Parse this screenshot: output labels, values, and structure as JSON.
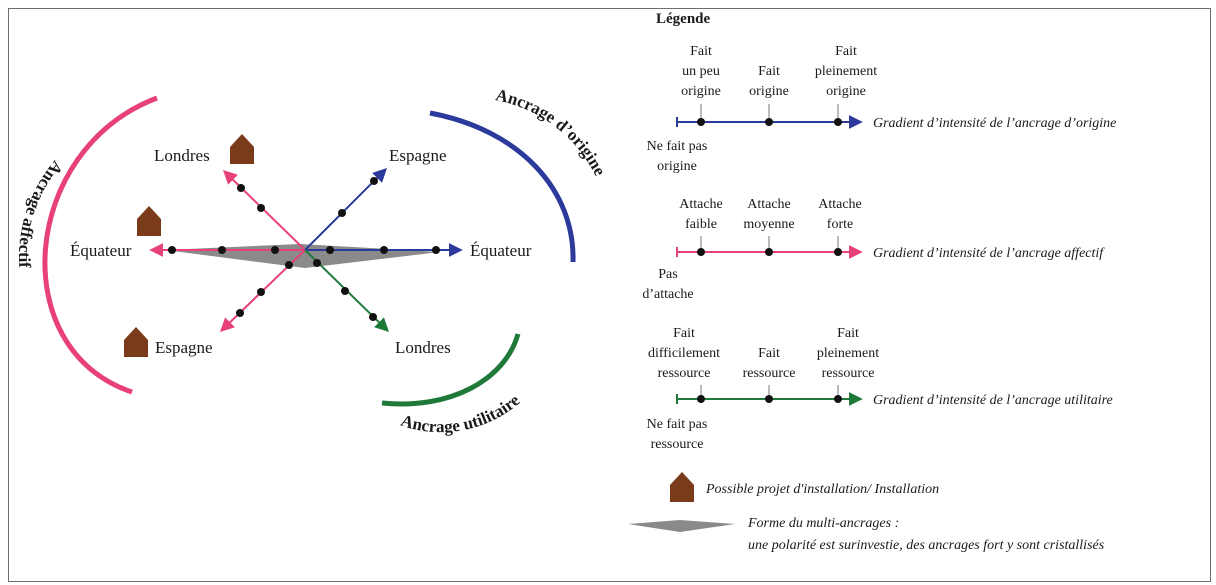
{
  "colors": {
    "origin": "#2b3a9b",
    "affect": "#e8417a",
    "util": "#1f7a3a",
    "house": "#7a3b1a",
    "shape": "#8a8a8a"
  },
  "diagram": {
    "arcs": {
      "affect": "Ancrage affectif",
      "origin": "Ancrage d’origine",
      "util": "Ancrage utilitaire"
    },
    "places": {
      "londres_top": "Londres",
      "espagne_top": "Espagne",
      "equateur_left": "Équateur",
      "equateur_right": "Équateur",
      "espagne_bottom": "Espagne",
      "londres_bottom": "Londres"
    }
  },
  "legend": {
    "title": "Légende",
    "origin": {
      "zero": [
        "Ne fait pas",
        "origine"
      ],
      "levels": [
        [
          "Fait",
          "un peu",
          "origine"
        ],
        [
          "Fait",
          "origine"
        ],
        [
          "Fait",
          "pleinement",
          "origine"
        ]
      ],
      "caption": "Gradient d’intensité de l’ancrage d’origine"
    },
    "affect": {
      "zero": [
        "Pas",
        "d’attache"
      ],
      "levels": [
        [
          "Attache",
          "faible"
        ],
        [
          "Attache",
          "moyenne"
        ],
        [
          "Attache",
          "forte"
        ]
      ],
      "caption": "Gradient d’intensité de l’ancrage affectif"
    },
    "util": {
      "zero": [
        "Ne fait pas",
        "ressource"
      ],
      "levels": [
        [
          "Fait",
          "difficilement",
          "ressource"
        ],
        [
          "Fait",
          "ressource"
        ],
        [
          "Fait",
          "pleinement",
          "ressource"
        ]
      ],
      "caption": "Gradient d’intensité de l’ancrage utilitaire"
    },
    "house_caption": "Possible projet d'installation/ Installation",
    "shape_caption": [
      "Forme du multi-ancrages :",
      "une polarité est surinvestie, des ancrages fort y sont cristallisés"
    ]
  }
}
